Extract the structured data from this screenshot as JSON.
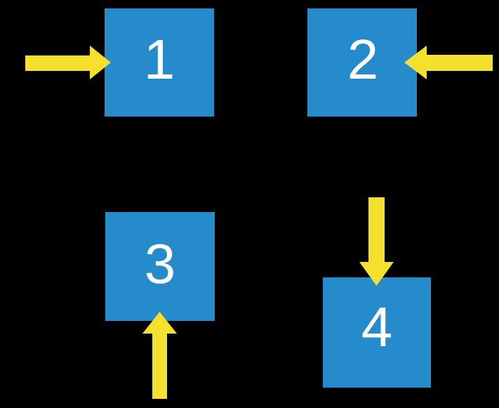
{
  "diagram": {
    "background_color": "#000000",
    "block_color": "#268BCB",
    "arrow_color": "#F5E02D",
    "label_color": "#FFFFFF",
    "blocks": [
      {
        "label": "1",
        "arrow_direction": "right",
        "arrow_side": "left"
      },
      {
        "label": "2",
        "arrow_direction": "left",
        "arrow_side": "right"
      },
      {
        "label": "3",
        "arrow_direction": "up",
        "arrow_side": "bottom"
      },
      {
        "label": "4",
        "arrow_direction": "down",
        "arrow_side": "top"
      }
    ]
  }
}
